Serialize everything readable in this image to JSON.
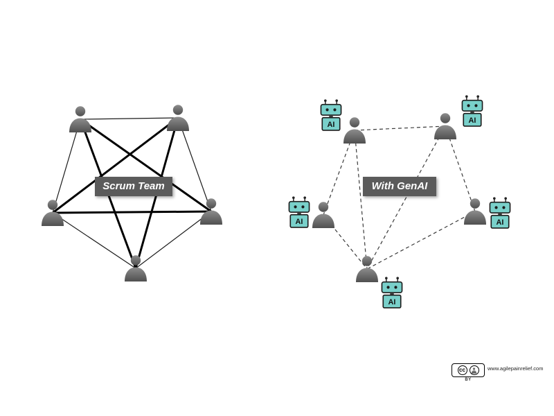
{
  "diagram_left": {
    "label": "Scrum Team"
  },
  "diagram_right": {
    "label": "With GenAI",
    "ai_label": "AI"
  },
  "footer": {
    "cc": "cc",
    "by": "BY",
    "url": "www.agilepainrelief.com"
  },
  "colors": {
    "robot_teal": "#79d0ca",
    "label_bg": "#5b5b5b",
    "person_gray": "#6f6f6f",
    "line_black": "#000000"
  }
}
